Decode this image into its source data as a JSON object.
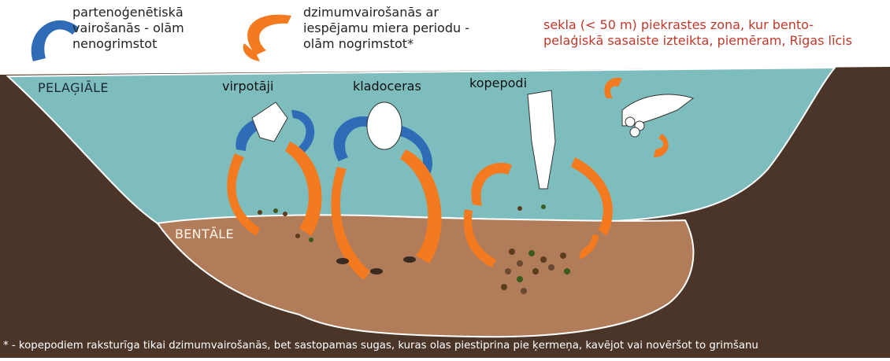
{
  "legend": {
    "parthenogenetic": "partenoģenētiskā\nvairošanās - olām\nnenogrimstot",
    "sexual": "dzimumvairošanās ar\niespējamu miera periodu -\nolām nogrimstot*",
    "shallow_zone": "sekla (< 50 m) piekrastes zona, kur bento-\npelaģiskā sasaiste izteikta, piemēram, Rīgas līcis"
  },
  "zones": {
    "pelagic": "PELAĢIĀLE",
    "benthic": "BENTĀLE"
  },
  "organisms": {
    "rotifers": "virpotāji",
    "cladocerans": "kladoceras",
    "copepods": "kopepodi"
  },
  "footnote": "* - kopepodiem raksturīga tikai dzimumvairošanās, bet sastopamas sugas, kuras olas piestiprina pie ķermeņa, kavējot vai novēršot to grimšanu",
  "colors": {
    "water": "#7dbdbe",
    "sediment": "#b07c5a",
    "rock": "#4b3528",
    "orange_arrow": "#f47a1f",
    "blue_arrow": "#2f6cb7",
    "highlight_text": "#c0392b"
  }
}
